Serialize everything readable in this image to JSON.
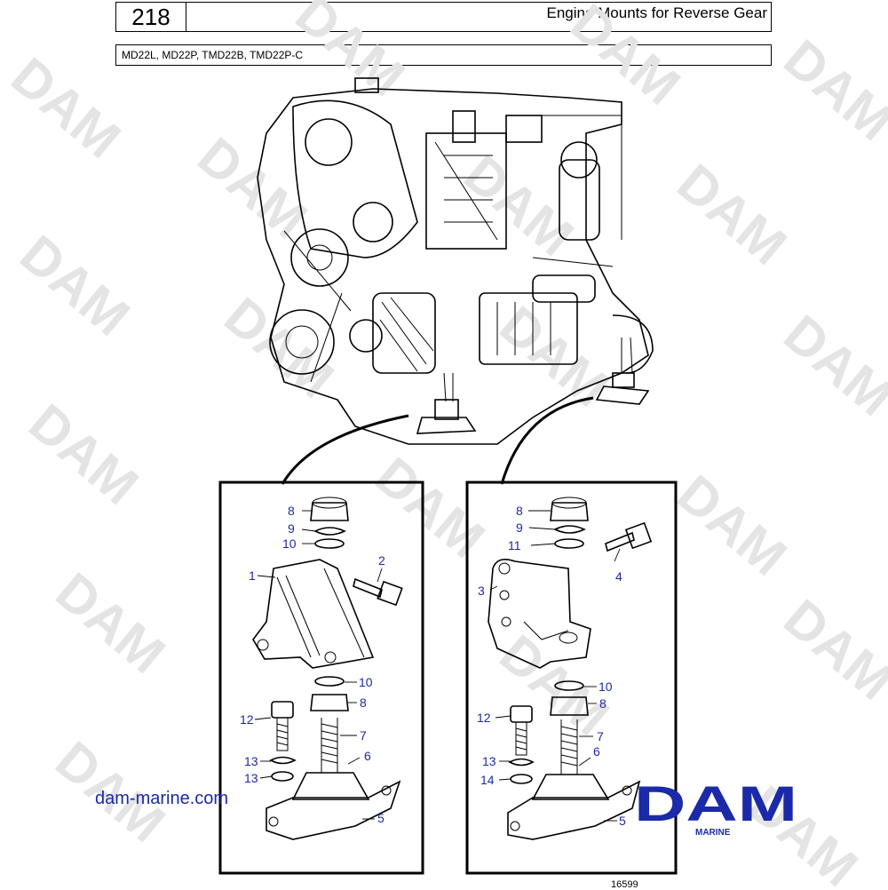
{
  "header": {
    "page_number": "218",
    "title": "Engine Mounts for Reverse Gear",
    "models": "MD22L, MD22P, TMD22B, TMD22P-C"
  },
  "watermark": "DAM",
  "left_panel": {
    "callouts": [
      "8",
      "9",
      "10",
      "1",
      "2",
      "10",
      "8",
      "12",
      "7",
      "13",
      "6",
      "13",
      "5"
    ]
  },
  "right_panel": {
    "callouts": [
      "8",
      "9",
      "11",
      "4",
      "3",
      "10",
      "8",
      "12",
      "7",
      "13",
      "6",
      "14",
      "5"
    ]
  },
  "footer": {
    "website": "dam-marine.com",
    "logo_text": "DAM",
    "logo_subtext": "MARINE",
    "figure_number": "16599"
  },
  "colors": {
    "callout_blue": "#1a2aa8",
    "logo_blue": "#1a2aa8",
    "watermark_gray": "#e4e4e4"
  }
}
